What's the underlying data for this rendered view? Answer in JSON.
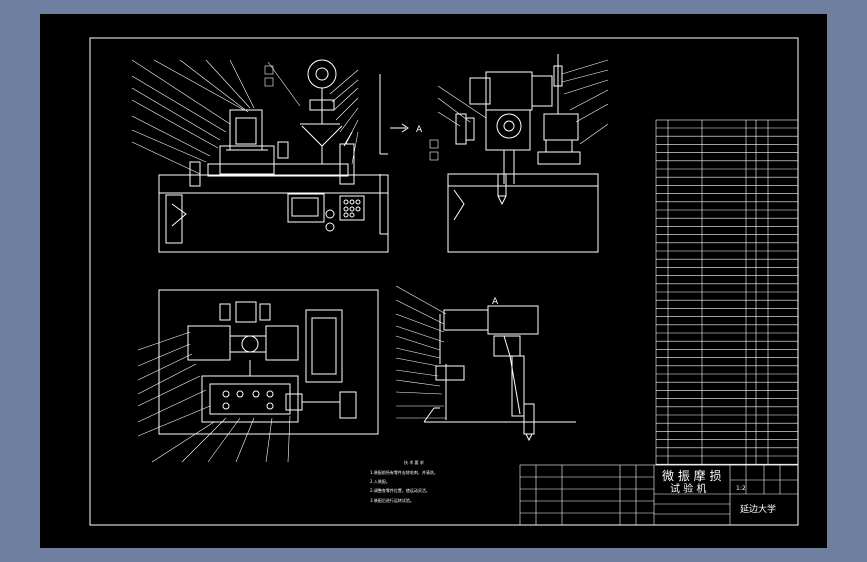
{
  "drawing": {
    "title_line1": "微 振 摩 损",
    "title_line2": "试 验 机",
    "school": "延边大学",
    "view_label": "A",
    "scale": "1:2",
    "tech_req_title": "技 术 要 求",
    "tech_req_lines": [
      "1.装配前所有零件去除毛刺，并清洗。",
      "2.入装配。",
      "2.调整各零件位置，使运动灵活。",
      "3.装配后进行运转试验。"
    ]
  },
  "colors": {
    "screen_bg": "#6e7fa0",
    "paper": "#000000",
    "line": "#ffffff",
    "accent_red": "#ff2020"
  }
}
